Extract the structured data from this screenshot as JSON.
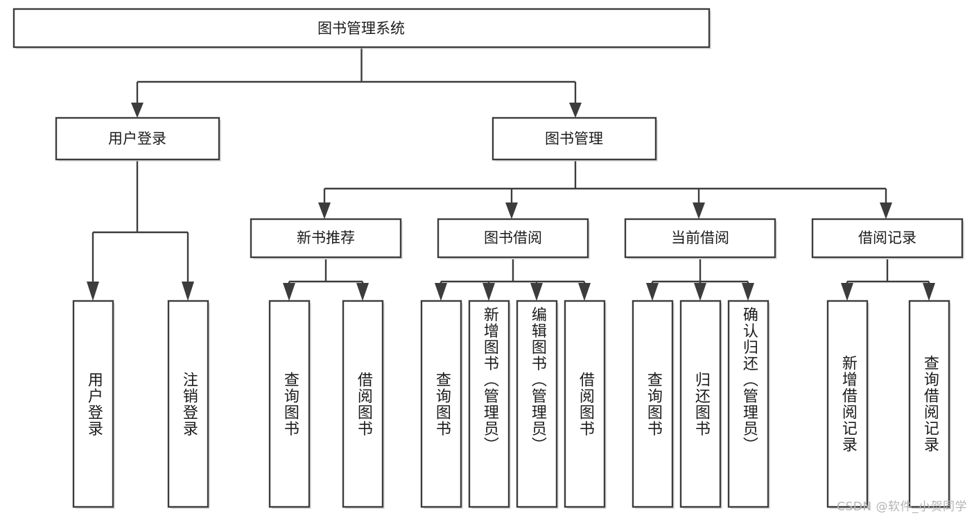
{
  "diagram": {
    "type": "tree-hierarchy-flowchart",
    "root": {
      "id": "root",
      "label": "图书管理系统"
    },
    "level2": [
      {
        "id": "login",
        "label": "用户登录"
      },
      {
        "id": "bookmgmt",
        "label": "图书管理"
      }
    ],
    "level3": [
      {
        "id": "recommend",
        "label": "新书推荐",
        "parent": "bookmgmt"
      },
      {
        "id": "borrow",
        "label": "图书借阅",
        "parent": "bookmgmt"
      },
      {
        "id": "current",
        "label": "当前借阅",
        "parent": "bookmgmt"
      },
      {
        "id": "record",
        "label": "借阅记录",
        "parent": "bookmgmt"
      }
    ],
    "leaves": {
      "login": [
        {
          "id": "leaf-user-login",
          "label": "用户登录"
        },
        {
          "id": "leaf-user-logout",
          "label": "注销登录"
        }
      ],
      "recommend": [
        {
          "id": "leaf-rec-query",
          "label": "查询图书"
        },
        {
          "id": "leaf-rec-borrow",
          "label": "借阅图书"
        }
      ],
      "borrow": [
        {
          "id": "leaf-borrow-query",
          "label": "查询图书"
        },
        {
          "id": "leaf-borrow-add",
          "label": "新增图书（管理员）"
        },
        {
          "id": "leaf-borrow-edit",
          "label": "编辑图书（管理员）"
        },
        {
          "id": "leaf-borrow-lend",
          "label": "借阅图书"
        }
      ],
      "current": [
        {
          "id": "leaf-cur-query",
          "label": "查询图书"
        },
        {
          "id": "leaf-cur-return",
          "label": "归还图书"
        },
        {
          "id": "leaf-cur-confirm",
          "label": "确认归还（管理员）"
        }
      ],
      "record": [
        {
          "id": "leaf-rec-add",
          "label": "新增借阅记录"
        },
        {
          "id": "leaf-rec-search",
          "label": "查询借阅记录"
        }
      ]
    }
  },
  "watermark": {
    "text": "CSDN @软件_小贺同学"
  },
  "colors": {
    "background": "#ffffff",
    "box_stroke": "#3c3c3c",
    "box_fill": "#ffffff",
    "text": "#1b1b1b",
    "connector": "#3c3c3c",
    "watermark": "#b4b4b4"
  }
}
